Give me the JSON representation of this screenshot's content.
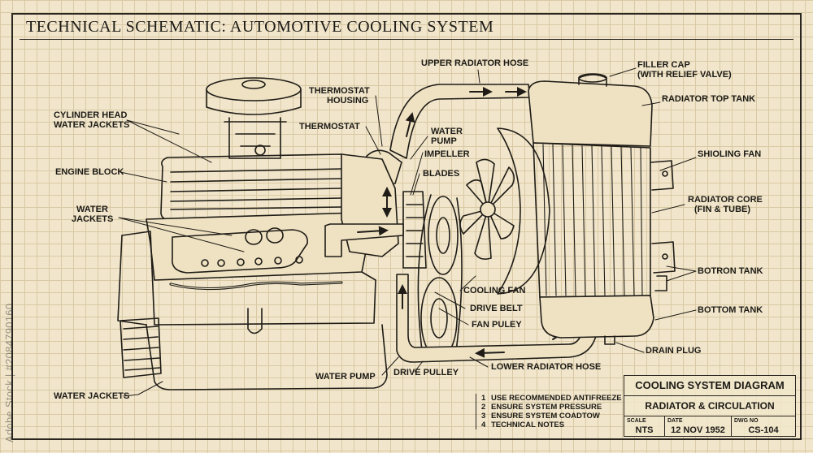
{
  "title": "TECHNICAL SCHEMATIC: AUTOMOTIVE COOLING SYSTEM",
  "watermark": "Adobe Stock | #2084790160",
  "labels": {
    "upper_radiator_hose": "UPPER RADIATOR HOSE",
    "filler_cap_1": "FILLER CAP",
    "filler_cap_2": "(WITH RELIEF VALVE)",
    "radiator_top_tank": "RADIATOR TOP TANK",
    "shioling_fan": "SHIOLING FAN",
    "radiator_core_1": "RADIATOR CORE",
    "radiator_core_2": "(FIN & TUBE)",
    "botron_tank": "BOTRON TANK",
    "bottom_tank": "BOTTOM TANK",
    "drain_plug": "DRAIN PLUG",
    "lower_radiator_hose": "LOWER RADIATOR HOSE",
    "cylinder_head_1": "CYLINDER HEAD",
    "cylinder_head_2": "WATER JACKETS",
    "engine_block": "ENGINE BLOCK",
    "water_jackets_top_1": "WATER",
    "water_jackets_top_2": "JACKETS",
    "water_jackets_bottom": "WATER JACKETS",
    "thermostat_housing_1": "THERMOSTAT",
    "thermostat_housing_2": "HOUSING",
    "thermostat": "THERMOSTAT",
    "water_pump_top_1": "WATER",
    "water_pump_top_2": "PUMP",
    "impeller": "IMPELLER",
    "blades": "BLADES",
    "cooling_fan": "COOLING FAN",
    "drive_belt": "DRIVE BELT",
    "fan_puley": "FAN PULEY",
    "water_pump_bottom": "WATER PUMP",
    "drive_pulley": "DRIVE PULLEY"
  },
  "notes": [
    {
      "num": "1",
      "text": "USE RECOMMENDED ANTIFREEZE"
    },
    {
      "num": "2",
      "text": "ENSURE SYSTEM PRESSURE"
    },
    {
      "num": "3",
      "text": "ENSURE SYSTEM COADTOW"
    },
    {
      "num": "4",
      "text": "TECHNICAL NOTES"
    }
  ],
  "title_block": {
    "name": "COOLING SYSTEM DIAGRAM",
    "subtitle": "RADIATOR & CIRCULATION",
    "scale_label": "SCALE",
    "scale": "NTS",
    "date_label": "DATE",
    "date": "12 NOV 1952",
    "dwg_label": "DWG NO",
    "dwg": "CS-104"
  }
}
